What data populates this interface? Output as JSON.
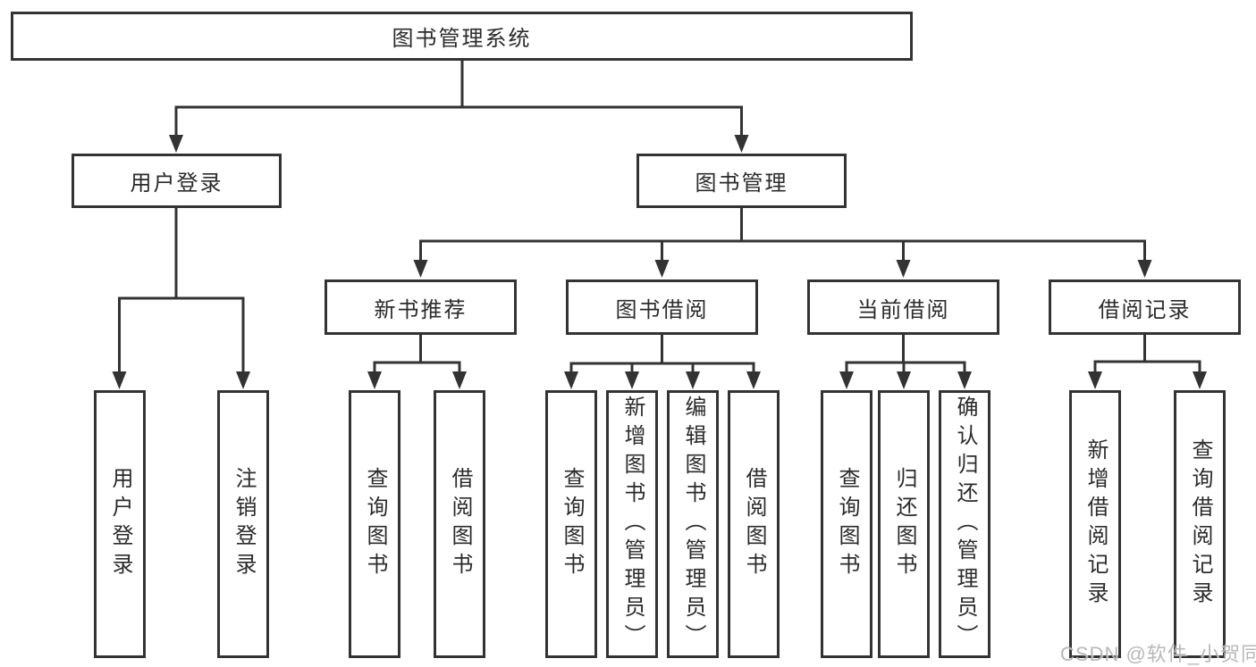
{
  "colors": {
    "line": "#333333",
    "box_border": "#333333",
    "box_fill": "#ffffff",
    "text": "#2b2b2b",
    "watermark": "#b2b2b2",
    "background": "#ffffff"
  },
  "watermark": {
    "text": "CSDN @软件_小贺同学"
  },
  "nodes": {
    "system": "图书管理系统",
    "user_login": "用户登录",
    "book_management": "图书管理",
    "login_action": "用户登录",
    "logout_action": "注销登录",
    "new_book_recommend": "新书推荐",
    "book_borrow": "图书借阅",
    "current_borrow": "当前借阅",
    "borrow_record": "借阅记录",
    "nb_query_book": "查询图书",
    "nb_borrow_book": "借阅图书",
    "bb_query_book": "查询图书",
    "bb_add_book_admin": "新增图书（管理员）",
    "bb_edit_book_admin": "编辑图书（管理员）",
    "bb_borrow_book": "借阅图书",
    "cb_query_book": "查询图书",
    "cb_return_book": "归还图书",
    "cb_confirm_return_admin": "确认归还（管理员）",
    "br_add_record": "新增借阅记录",
    "br_query_record": "查询借阅记录"
  },
  "tree": {
    "root": "图书管理系统",
    "children": [
      {
        "label": "用户登录",
        "children": [
          {
            "label": "用户登录"
          },
          {
            "label": "注销登录"
          }
        ]
      },
      {
        "label": "图书管理",
        "children": [
          {
            "label": "新书推荐",
            "children": [
              {
                "label": "查询图书"
              },
              {
                "label": "借阅图书"
              }
            ]
          },
          {
            "label": "图书借阅",
            "children": [
              {
                "label": "查询图书"
              },
              {
                "label": "新增图书（管理员）"
              },
              {
                "label": "编辑图书（管理员）"
              },
              {
                "label": "借阅图书"
              }
            ]
          },
          {
            "label": "当前借阅",
            "children": [
              {
                "label": "查询图书"
              },
              {
                "label": "归还图书"
              },
              {
                "label": "确认归还（管理员）"
              }
            ]
          },
          {
            "label": "借阅记录",
            "children": [
              {
                "label": "新增借阅记录"
              },
              {
                "label": "查询借阅记录"
              }
            ]
          }
        ]
      }
    ]
  }
}
